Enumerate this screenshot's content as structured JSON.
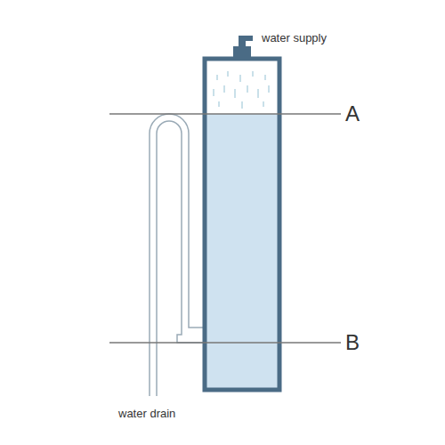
{
  "diagram": {
    "labels": [
      "water supply",
      "A",
      "B",
      "water drain"
    ]
  }
}
